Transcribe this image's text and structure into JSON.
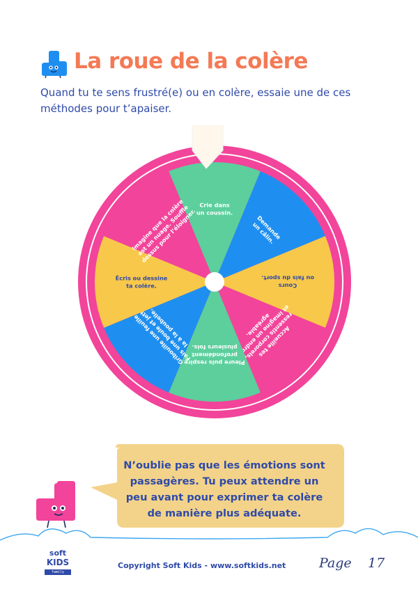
{
  "header": {
    "title": "La roue de la colère",
    "subtitle": "Quand tu te sens frustré(e) ou en colère, essaie une de ces méthodes pour t’apaiser."
  },
  "wheel": {
    "segments": [
      {
        "text": "Crie dans un coussin.",
        "color": "#5ccf9d"
      },
      {
        "text": "Demande un câlin.",
        "color": "#1e8ff0"
      },
      {
        "text": "Cours ou fais du sport.",
        "color": "#f8c84a"
      },
      {
        "text": "Accueille tes ressentis corporels, et imagine un endroit agréable.",
        "color": "#f2449a"
      },
      {
        "text": "Pleure puis respire profondément plusieurs fois.",
        "color": "#5ccf9d"
      },
      {
        "text": "Gribouille une feuille. Fais une boule et jette-la à la poubelle.",
        "color": "#1e8ff0"
      },
      {
        "text": "Écris ou dessine ta colère.",
        "color": "#f8c84a"
      },
      {
        "text": "Imagine que la colère est un nuage. Souffle dessus pour l’éloigner.",
        "color": "#f2449a"
      }
    ],
    "rim_color": "#f2449a"
  },
  "bubble": {
    "text": "N’oublie pas que les émotions sont passagères. Tu peux attendre un peu avant pour exprimer ta colère de manière plus adéquate."
  },
  "footer": {
    "copyright": "Copyright Soft Kids - www.softkids.net",
    "page_label": "Page",
    "page_number": "17",
    "logo_line1": "soft",
    "logo_line2": "KIDS",
    "logo_line3": "family"
  },
  "colors": {
    "title": "#f37a55",
    "text": "#2f4aa8",
    "bubble": "#f3d389",
    "mascot_blue": "#1e8ff0",
    "mascot_pink": "#f2449a"
  }
}
